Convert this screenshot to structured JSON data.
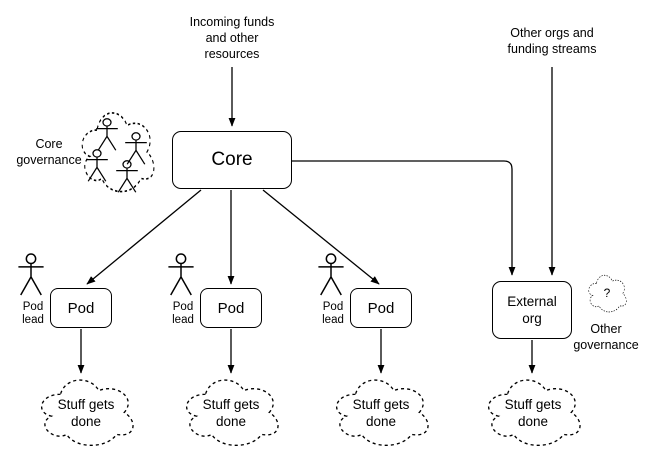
{
  "colors": {
    "stroke": "#000000",
    "text": "#000000",
    "background": "#ffffff"
  },
  "labels": {
    "incoming_funds": "Incoming funds\nand other\nresources",
    "other_orgs": "Other orgs and\nfunding streams",
    "core_governance": "Core\ngovernance",
    "other_governance": "Other\ngovernance",
    "question_mark": "?"
  },
  "nodes": {
    "core": {
      "label": "Core"
    },
    "external_org": {
      "label": "External\norg"
    },
    "pods": [
      {
        "label": "Pod",
        "lead": "Pod\nlead"
      },
      {
        "label": "Pod",
        "lead": "Pod\nlead"
      },
      {
        "label": "Pod",
        "lead": "Pod\nlead"
      }
    ],
    "outcomes": [
      {
        "label": "Stuff gets\ndone"
      },
      {
        "label": "Stuff gets\ndone"
      },
      {
        "label": "Stuff gets\ndone"
      },
      {
        "label": "Stuff gets\ndone"
      }
    ]
  },
  "icons": {
    "person": "stick-figure actor (circle head, line arms/legs)",
    "cloud": "dashed cloud blob",
    "arrowhead": "solid black triangle"
  }
}
